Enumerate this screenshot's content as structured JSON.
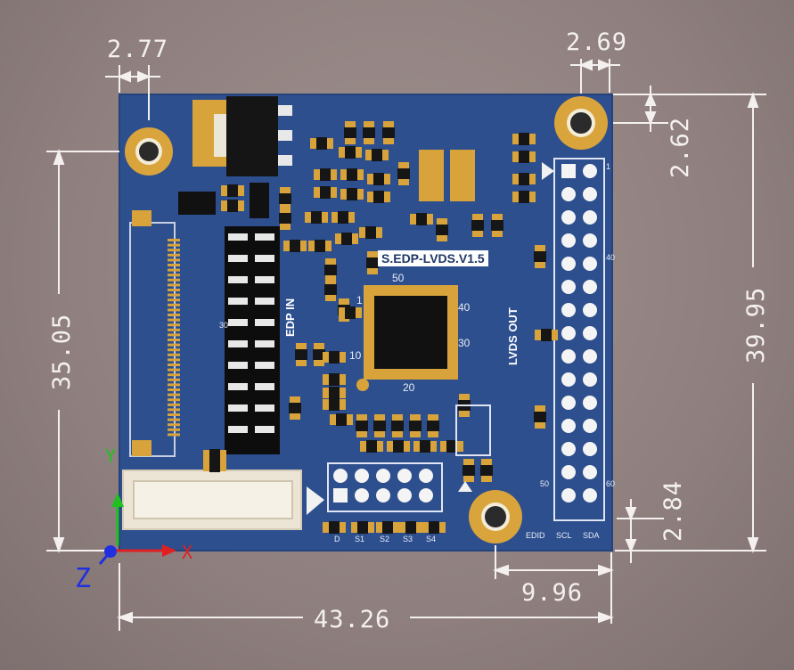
{
  "dimensions": {
    "hole_left_diameter": "2.77",
    "hole_right_diameter": "2.69",
    "top_offset": "2.62",
    "board_height": "39.95",
    "hole_to_bottom_height": "35.05",
    "bottom_offset": "2.84",
    "hole_to_edge_width": "9.96",
    "board_width": "43.26"
  },
  "board": {
    "model_label": "S.EDP-LVDS.V1.5",
    "edp_in_label": "EDP IN",
    "lvds_out_label": "LVDS OUT",
    "ic_pin_labels": [
      "50",
      "40",
      "30",
      "10",
      "20",
      "1"
    ],
    "bottom_pin_labels": [
      "D",
      "S1",
      "S2",
      "S3",
      "S4"
    ],
    "bottom_right_labels": [
      "EDID",
      "SCL",
      "SDA"
    ],
    "connector_pin_numbers": [
      "1",
      "30",
      "40",
      "50",
      "60"
    ]
  },
  "axes": {
    "x": "X",
    "y": "Y",
    "z": "Z"
  },
  "colors": {
    "background": "#958685",
    "pcb": "#2d4f8e",
    "gold": "#d7a33a",
    "dimension_line": "#f4f0ef",
    "axis_x": "#e02020",
    "axis_y": "#20c020",
    "axis_z": "#2030e0"
  }
}
